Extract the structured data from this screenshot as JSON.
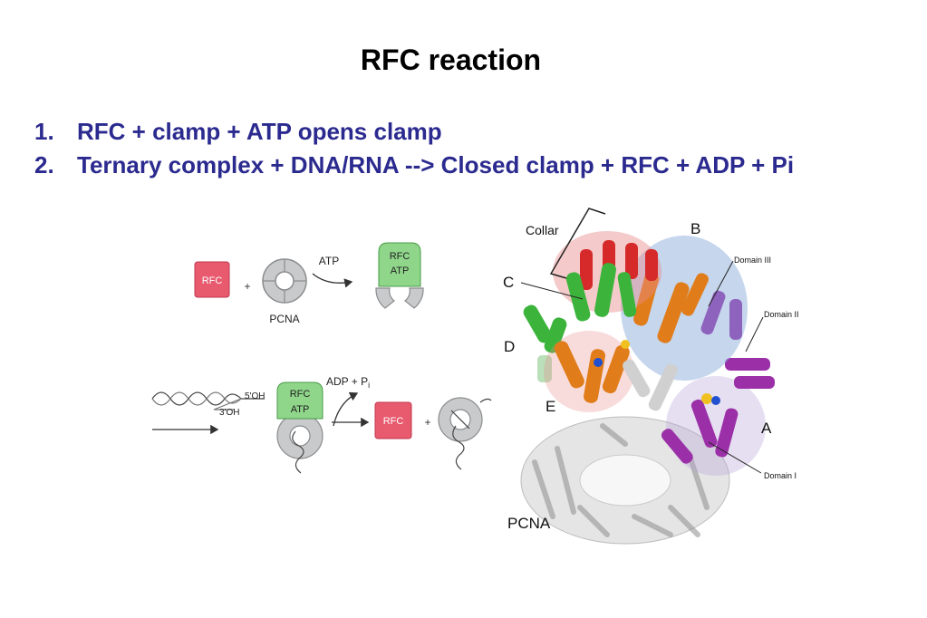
{
  "title": "RFC reaction",
  "steps": [
    {
      "number": "1.",
      "text": "RFC + clamp + ATP opens clamp"
    },
    {
      "number": "2.",
      "text": "Ternary complex + DNA/RNA --> Closed clamp + RFC + ADP + Pi"
    }
  ],
  "schematic": {
    "rfc_label": "RFC",
    "plus": "+",
    "pcna_label": "PCNA",
    "atp_label": "ATP",
    "complex_rfc": "RFC",
    "complex_atp": "ATP",
    "dna_5oh": "5'OH",
    "dna_3oh": "3'OH",
    "adp_label": "ADP + P",
    "adp_subscript": "i",
    "product_rfc": "RFC",
    "plus2": "+",
    "colors": {
      "rfc_red": "#e85a6e",
      "rfc_atp_green": "#8fd68a",
      "pcna_gray": "#c8cacc"
    }
  },
  "structure": {
    "collar": "Collar",
    "subunit_a": "A",
    "subunit_b": "B",
    "subunit_c": "C",
    "subunit_d": "D",
    "subunit_e": "E",
    "domain_1": "Domain I",
    "domain_2": "Domain II",
    "domain_3": "Domain III",
    "pcna": "PCNA",
    "colors": {
      "A": "#9b2fa8",
      "B": "#7ea3d8",
      "C": "#3cb43c",
      "D": "#3cb43c",
      "E": "#e07d1a",
      "collar": "#d62a2a",
      "pcna": "#a9a9a9"
    }
  }
}
